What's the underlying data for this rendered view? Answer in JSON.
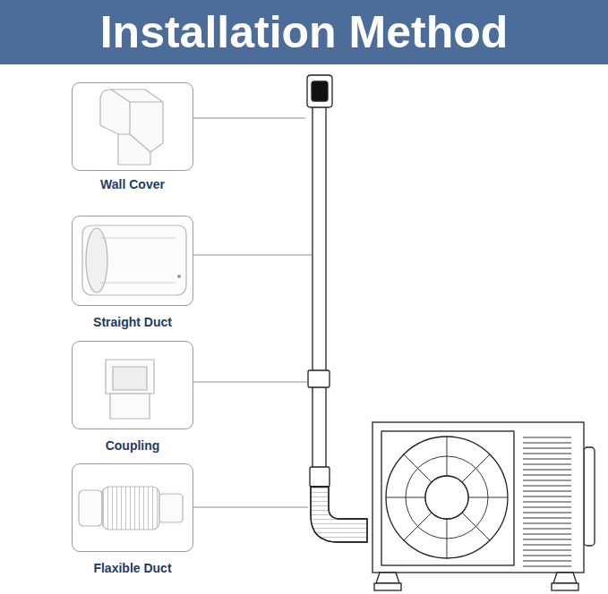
{
  "diagram": {
    "title": "Installation Method",
    "nodes": [
      {
        "text": [
          "Wall Cover"
        ]
      },
      {
        "text": [
          "Straight Duct"
        ]
      },
      {
        "text": [
          "Coupling"
        ]
      },
      {
        "text": [
          "Flaxible Duct"
        ]
      }
    ]
  }
}
